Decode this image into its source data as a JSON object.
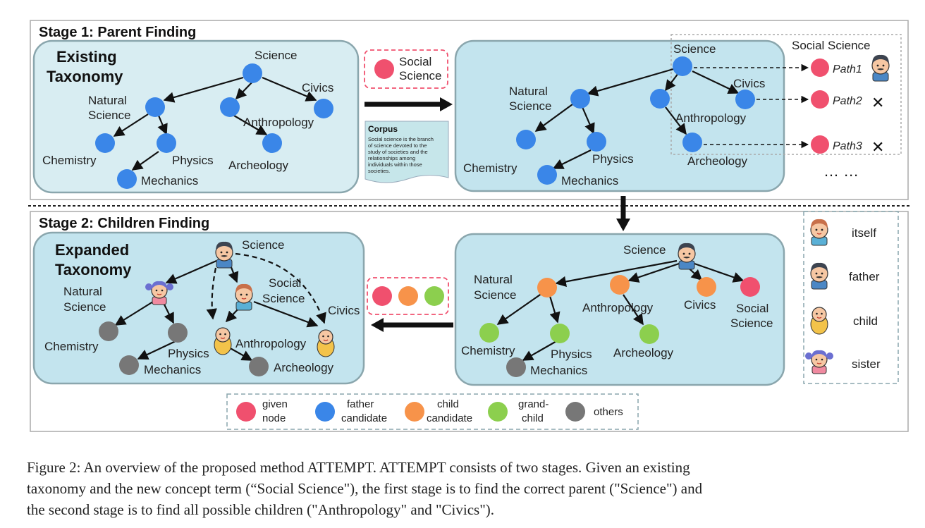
{
  "stage1": {
    "title": "Stage 1: Parent Finding",
    "existing_title_1": "Existing",
    "existing_title_2": "Taxonomy",
    "new_term_1": "Social",
    "new_term_2": "Science",
    "corpus_title": "Corpus",
    "corpus_lines": [
      "Social science is the branch",
      "of science devoted to the",
      "study of societies and the",
      "relationships among",
      "individuals within those",
      "societies."
    ],
    "social_science_label": "Social Science",
    "paths": [
      "Path1",
      "Path2",
      "Path3"
    ],
    "ellipsis": "… …",
    "cross": "✕"
  },
  "stage2": {
    "title": "Stage 2: Children Finding",
    "expanded_title_1": "Expanded",
    "expanded_title_2": "Taxonomy"
  },
  "nodes": {
    "science": "Science",
    "natural_1": "Natural",
    "natural_2": "Science",
    "civics": "Civics",
    "anthropology": "Anthropology",
    "chemistry": "Chemistry",
    "physics": "Physics",
    "mechanics": "Mechanics",
    "archeology": "Archeology",
    "social_1": "Social",
    "social_2": "Science"
  },
  "role_legend": [
    "itself",
    "father",
    "child",
    "sister"
  ],
  "color_legend": [
    {
      "line1": "given",
      "line2": "node",
      "color": "#f0506e"
    },
    {
      "line1": "father",
      "line2": "candidate",
      "color": "#3a86e8"
    },
    {
      "line1": "child",
      "line2": "candidate",
      "color": "#f7934a"
    },
    {
      "line1": "grand-",
      "line2": "child",
      "color": "#8ccf4e"
    },
    {
      "line1": "others",
      "line2": "",
      "color": "#777777"
    }
  ],
  "colors": {
    "panel_fill": "#c3e4ee",
    "panel_stroke": "#8aa6ad",
    "given": "#f0506e",
    "father": "#3a86e8",
    "child": "#f7934a",
    "grandchild": "#8ccf4e",
    "others": "#777777"
  },
  "caption": [
    "Figure 2: An overview of the proposed method ATTEMPT. ATTEMPT consists of two stages. Given an existing",
    "taxonomy and the new concept term (“Social Science\"), the first stage is to find the correct parent (\"Science\") and",
    "the second stage is to find all possible children (\"Anthropology\" and \"Civics\")."
  ]
}
